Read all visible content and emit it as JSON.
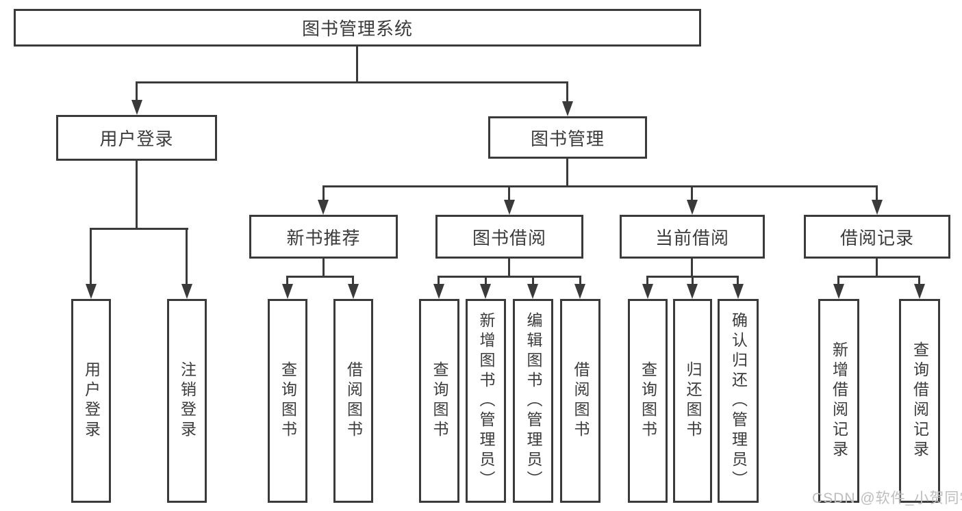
{
  "diagram": {
    "root": {
      "label": "图书管理系统"
    },
    "branches": [
      {
        "label": "用户登录",
        "children": [
          {
            "label": "用户登录"
          },
          {
            "label": "注销登录"
          }
        ]
      },
      {
        "label": "图书管理",
        "groups": [
          {
            "label": "新书推荐",
            "children": [
              {
                "label": "查询图书"
              },
              {
                "label": "借阅图书"
              }
            ]
          },
          {
            "label": "图书借阅",
            "children": [
              {
                "label": "查询图书"
              },
              {
                "label": "新增图书（管理员）"
              },
              {
                "label": "编辑图书（管理员）"
              },
              {
                "label": "借阅图书"
              }
            ]
          },
          {
            "label": "当前借阅",
            "children": [
              {
                "label": "查询图书"
              },
              {
                "label": "归还图书"
              },
              {
                "label": "确认归还（管理员）"
              }
            ]
          },
          {
            "label": "借阅记录",
            "children": [
              {
                "label": "新增借阅记录"
              },
              {
                "label": "查询借阅记录"
              }
            ]
          }
        ]
      }
    ]
  },
  "watermark": {
    "text": "CSDN @软件_小贺同学"
  },
  "colors": {
    "line": "#3a3a3a",
    "text": "#3b3b3b",
    "background": "#ffffff",
    "watermark": "#bdbdbd"
  }
}
